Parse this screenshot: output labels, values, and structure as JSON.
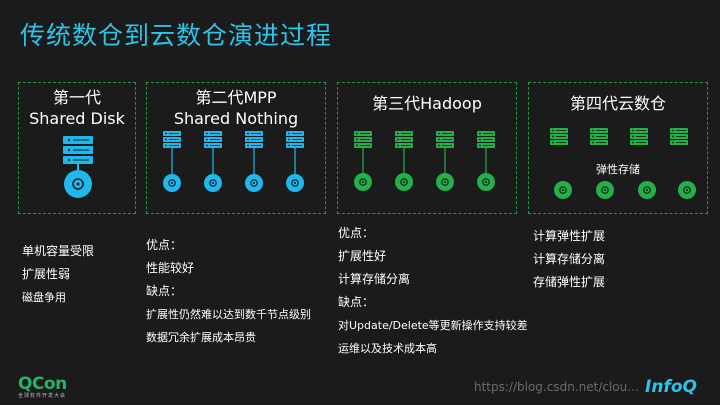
{
  "title": "传统数仓到云数仓演进过程",
  "panels": [
    {
      "title": "第一代",
      "subtitle": "Shared Disk"
    },
    {
      "title": "第二代MPP",
      "subtitle": "Shared Nothing"
    },
    {
      "title": "第三代Hadoop",
      "subtitle": ""
    },
    {
      "title": "第四代云数仓",
      "subtitle": "",
      "elastic_label": "弹性存储"
    }
  ],
  "notes": {
    "gen1": [
      "单机容量受限",
      "扩展性弱",
      "磁盘争用"
    ],
    "gen2": [
      "优点：",
      "性能较好",
      "缺点：",
      "扩展性仍然难以达到数千节点级别",
      "数据冗余扩展成本昂贵"
    ],
    "gen3": [
      "优点：",
      "扩展性好",
      "计算存储分离",
      "缺点：",
      "对Update/Delete等更新操作支持较差",
      "运维以及技术成本高"
    ],
    "gen4": [
      "计算弹性扩展",
      "计算存储分离",
      "存储弹性扩展"
    ]
  },
  "footer": {
    "logo_text": "QCon",
    "logo_subtext": "全球软件开发大会",
    "watermark": "https://blog.csdn.net/clou...",
    "brand": "InfoQ"
  },
  "colors": {
    "title": "#2ec3e8",
    "blue_node": "#1fb8ee",
    "green_node": "#23b04a",
    "dash_border": "#1f9a44"
  }
}
